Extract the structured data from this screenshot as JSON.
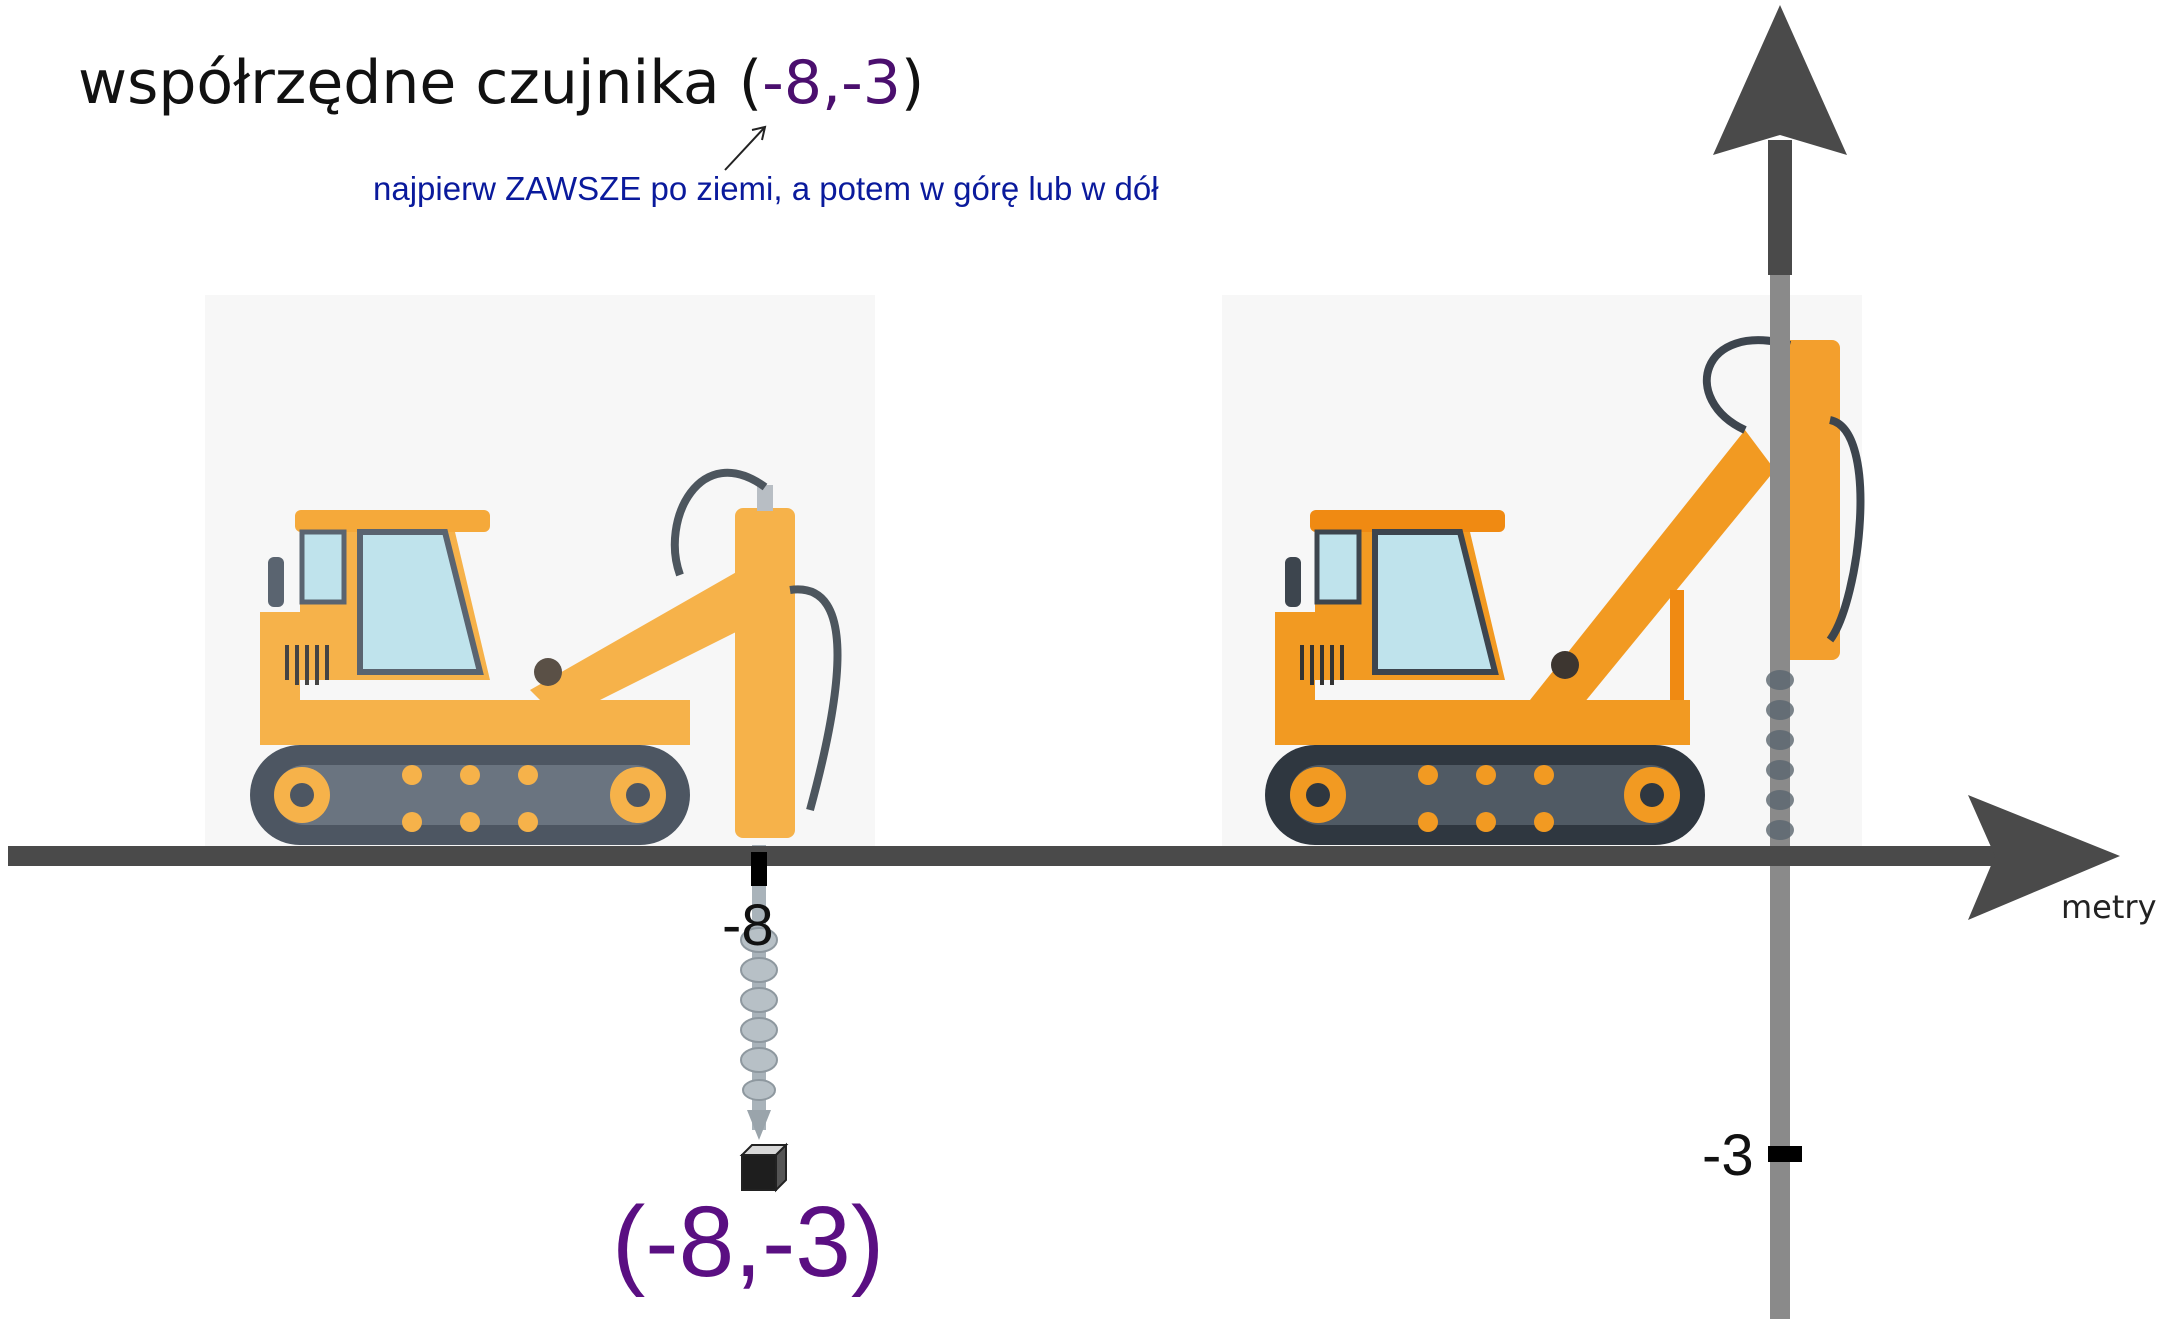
{
  "title": {
    "prefix": "współrzędne czujnika (",
    "coords": "-8,-3",
    "suffix": ")"
  },
  "note": "najpierw ZAWSZE po ziemi, a potem w górę lub w dół",
  "axis": {
    "x_unit": "metry",
    "x_tick": "-8",
    "y_tick": "-3"
  },
  "point_label": "(-8,-3)",
  "colors": {
    "axis": "#4a4a4a",
    "accent_purple": "#5a0f82",
    "note_blue": "#0a1a9c",
    "machine_orange": "#f5a93a",
    "machine_dark_orange": "#f08a12"
  }
}
